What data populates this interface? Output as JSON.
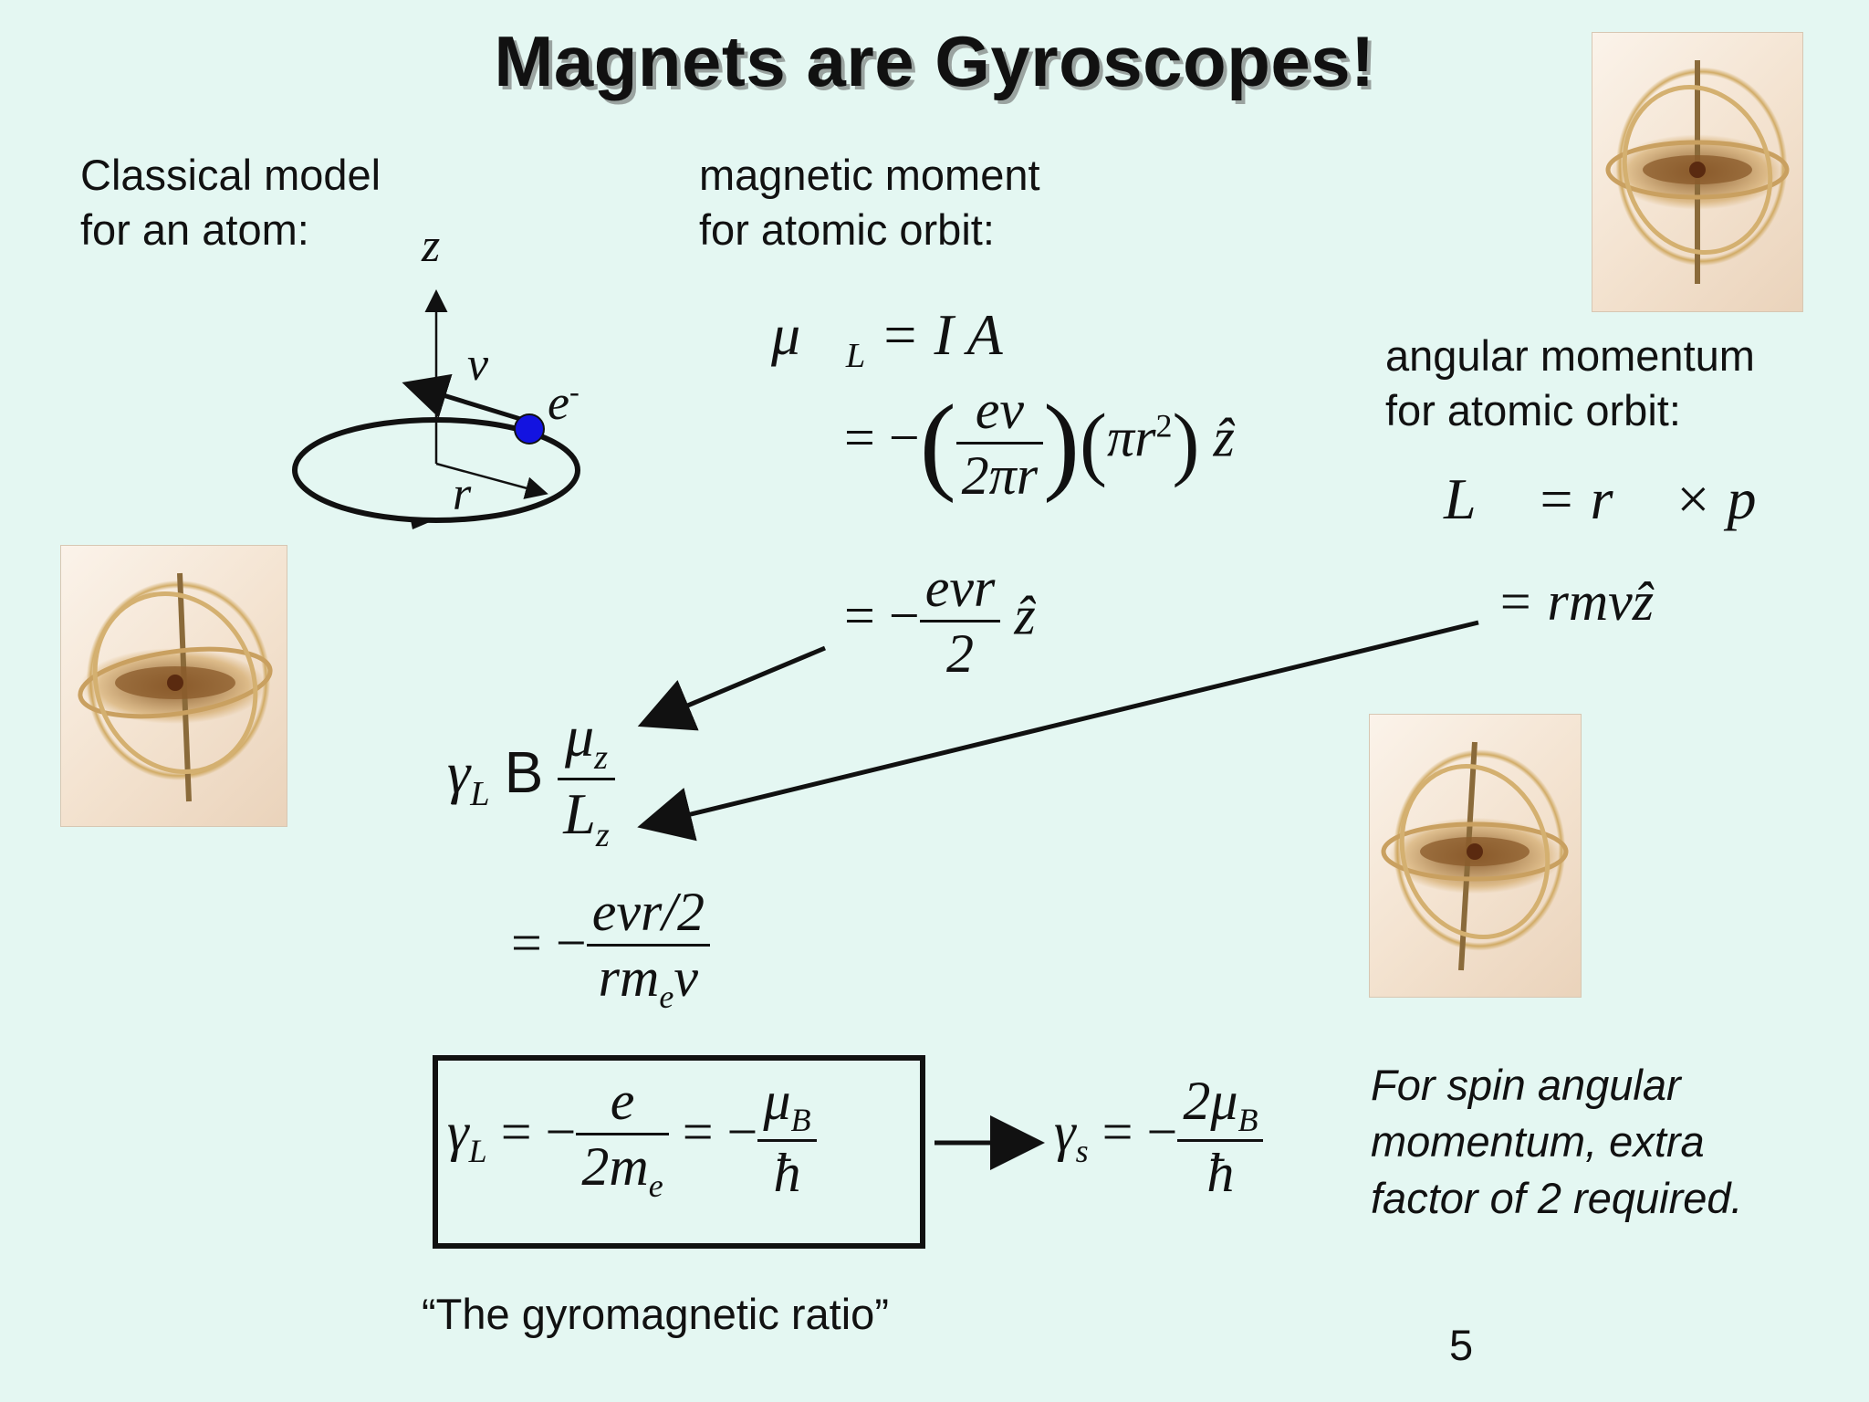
{
  "slide": {
    "title": "Magnets are Gyroscopes!",
    "page_number": "5"
  },
  "labels": {
    "classical_model": "Classical model",
    "for_an_atom": "for an atom:",
    "magnetic_moment": "magnetic moment",
    "for_atomic_orbit_1": "for atomic orbit:",
    "angular_momentum": "angular momentum",
    "for_atomic_orbit_2": "for atomic orbit:",
    "spin_line1": "For spin angular",
    "spin_line2": "momentum, extra",
    "spin_line3": "factor of 2 required.",
    "gyro_ratio": "“The gyromagnetic ratio”"
  },
  "diagram": {
    "axis_z": "z",
    "velocity": "v",
    "electron": "e",
    "electron_charge": "-",
    "radius": "r"
  },
  "equations": {
    "mu_L": "μ⃗",
    "mu_L_sub": "L",
    "IA": "= I A⃗",
    "ev": "ev",
    "two_pi_r": "2πr",
    "pi_r": "πr",
    "pi_r_sup": "2",
    "z_hat": "ẑ",
    "evr": "evr",
    "two": "2",
    "L_eq": "L⃗ = r⃗ × p⃗",
    "rmv": "= rmvẑ",
    "gamma_L": "γ",
    "gamma_L_sub": "L",
    "B_letter": "B",
    "mu_z": "μ",
    "mu_z_sub": "z",
    "L_z": "L",
    "L_z_sub": "z",
    "evr_over_2": "evr/2",
    "rm_e_v": "rm",
    "rm_e_sub": "e",
    "rm_v": "v",
    "e": "e",
    "two_m": "2m",
    "two_m_sub": "e",
    "mu_B": "μ",
    "mu_B_sub": "B",
    "hbar": "ħ",
    "gamma_s": "γ",
    "gamma_s_sub": "s",
    "two_mu_B": "2μ",
    "two_mu_B_sub": "B"
  },
  "colors": {
    "background": "#e4f7f2",
    "electron": "#1313e0",
    "ink": "#111111"
  }
}
